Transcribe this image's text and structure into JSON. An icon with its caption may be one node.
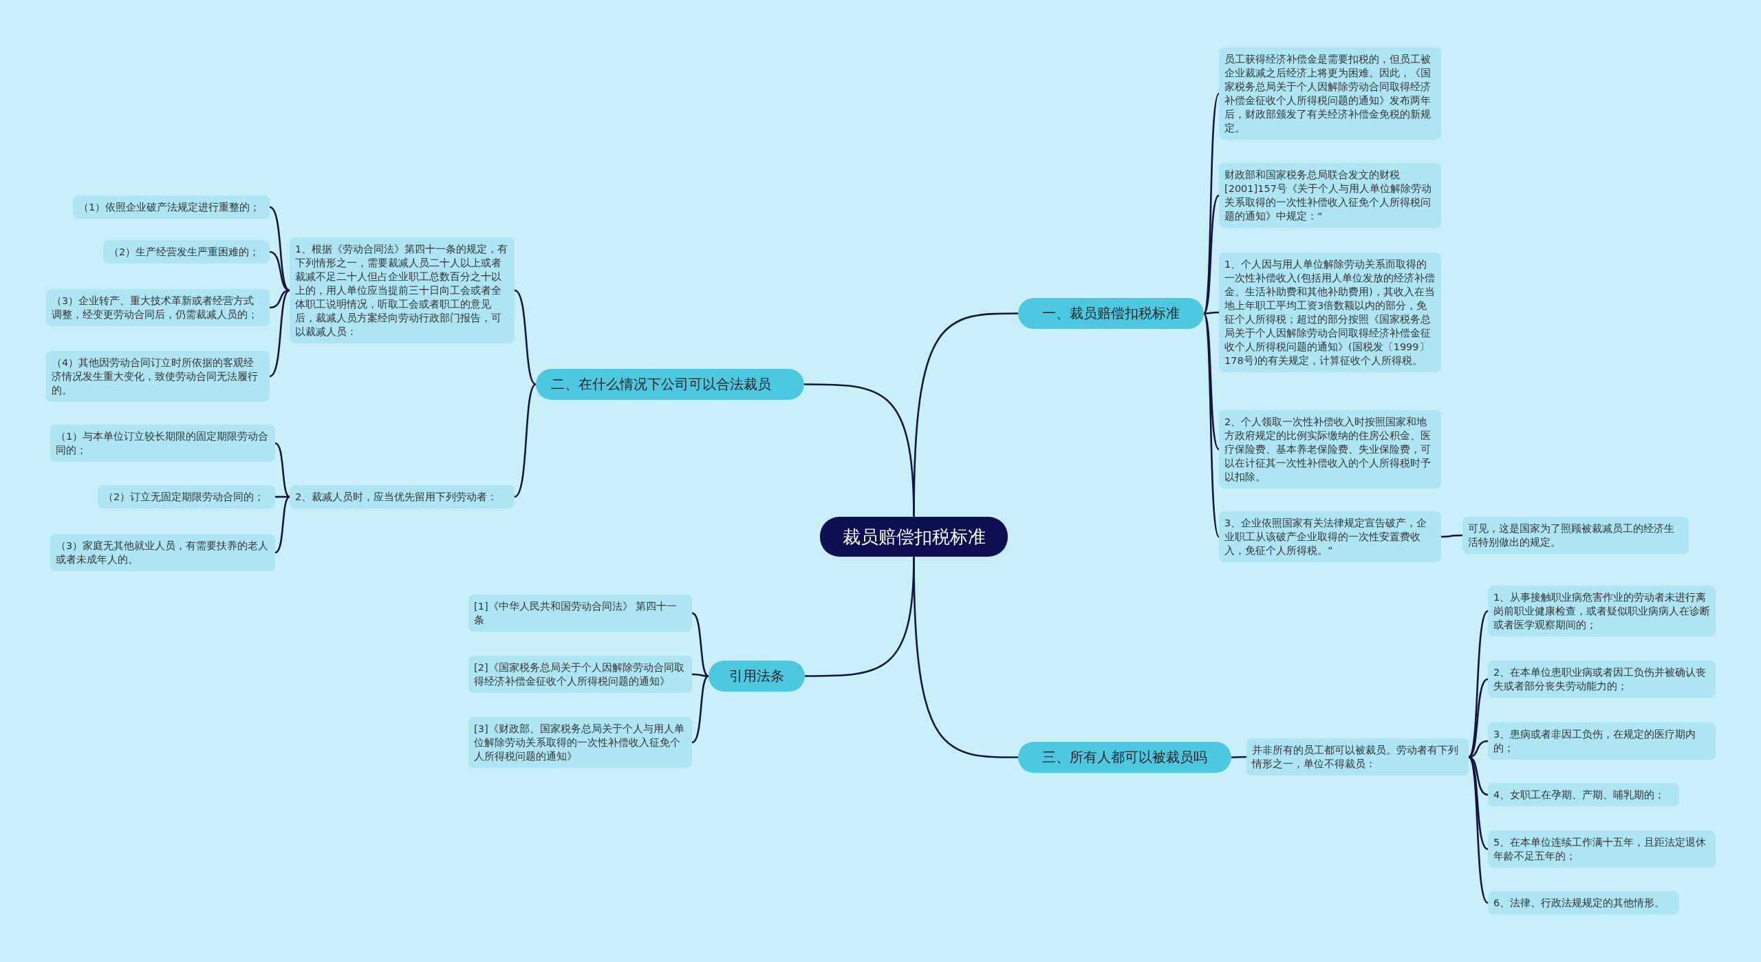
{
  "diagram": {
    "nodes": [
      {
        "text": [
          "裁员赔偿扣税标准"
        ]
      },
      {
        "text": [
          "一、裁员赔偿扣税标准"
        ]
      },
      {
        "text": [
          "员工获得经济补偿金是需要扣税的，但员工被企业裁减之后经济上将更为困难。因此，《国家税务总局关于个人因解除劳动合同取得经济补偿金征收个人所得税问题的通知》发布两年后，财政部颁发了有关经济补偿金免税的新规定。"
        ]
      },
      {
        "text": [
          "财政部和国家税务总局联合发文的财税[2001]157号《关于个人与用人单位解除劳动关系取得的一次性补偿收入征免个人所得税问题的通知》中规定：“"
        ]
      },
      {
        "text": [
          "1、个人因与用人单位解除劳动关系而取得的一次性补偿收入(包括用人单位发放的经济补偿金、生活补助费和其他补助费用)，其收入在当地上年职工平均工资3倍数额以内的部分，免征个人所得税；超过的部分按照《国家税务总局关于个人因解除劳动合同取得经济补偿金征收个人所得税问题的通知》(国税发〔1999〕178号)的有关规定，计算征收个人所得税。"
        ]
      },
      {
        "text": [
          "2、个人领取一次性补偿收入时按照国家和地方政府规定的比例实际缴纳的住房公积金、医疗保险费、基本养老保险费、失业保险费，可以在计征其一次性补偿收入的个人所得税时予以扣除。"
        ]
      },
      {
        "text": [
          "3、企业依照国家有关法律规定宣告破产，企业职工从该破产企业取得的一次性安置费收入，免征个人所得税。”"
        ]
      },
      {
        "text": [
          "可见，这是国家为了照顾被裁减员工的经济生活特别做出的规定。"
        ]
      },
      {
        "text": [
          "三、所有人都可以被裁员吗"
        ]
      },
      {
        "text": [
          "并非所有的员工都可以被裁员。劳动者有下列情形之一，单位不得裁员："
        ]
      },
      {
        "text": [
          "1、从事接触职业病危害作业的劳动者未进行离岗前职业健康检查，或者疑似职业病病人在诊断或者医学观察期间的；"
        ]
      },
      {
        "text": [
          "2、在本单位患职业病或者因工负伤并被确认丧失或者部分丧失劳动能力的；"
        ]
      },
      {
        "text": [
          "3、患病或者非因工负伤，在规定的医疗期内的；"
        ]
      },
      {
        "text": [
          "4、女职工在孕期、产期、哺乳期的；"
        ]
      },
      {
        "text": [
          "5、在本单位连续工作满十五年，且距法定退休年龄不足五年的；"
        ]
      },
      {
        "text": [
          "6、法律、行政法规规定的其他情形。"
        ]
      },
      {
        "text": [
          "引用法条"
        ]
      },
      {
        "text": [
          "[1]《中华人民共和国劳动合同法》 第四十一条"
        ]
      },
      {
        "text": [
          "[2]《国家税务总局关于个人因解除劳动合同取得经济补偿金征收个人所得税问题的通知》"
        ]
      },
      {
        "text": [
          "[3]《财政部、国家税务总局关于个人与用人单位解除劳动关系取得的一次性补偿收入征免个人所得税问题的通知》"
        ]
      },
      {
        "text": [
          "二、在什么情况下公司可以合法裁员"
        ]
      },
      {
        "text": [
          "1、根据《劳动合同法》第四十一条的规定，有下列情形之一，需要裁减人员二十人以上或者裁减不足二十人但占企业职工总数百分之十以上的，用人单位应当提前三十日向工会或者全体职工说明情况，听取工会或者职工的意见后，裁减人员方案经向劳动行政部门报告，可以裁减人员："
        ]
      },
      {
        "text": [
          "（1）依照企业破产法规定进行重整的；"
        ]
      },
      {
        "text": [
          "（2）生产经营发生严重困难的；"
        ]
      },
      {
        "text": [
          "（3）企业转产、重大技术革新或者经营方式调整，经变更劳动合同后，仍需裁减人员的；"
        ]
      },
      {
        "text": [
          "（4）其他因劳动合同订立时所依据的客观经济情况发生重大变化，致使劳动合同无法履行的。"
        ]
      },
      {
        "text": [
          "2、裁减人员时，应当优先留用下列劳动者："
        ]
      },
      {
        "text": [
          "（1）与本单位订立较长期限的固定期限劳动合同的；"
        ]
      },
      {
        "text": [
          "（2）订立无固定期限劳动合同的；"
        ]
      },
      {
        "text": [
          "（3）家庭无其他就业人员，有需要扶养的老人或者未成年人的。"
        ]
      }
    ],
    "edges": [
      {
        "from": 0,
        "to": 1,
        "arrow": "none"
      },
      {
        "from": 1,
        "to": 2,
        "arrow": "none"
      },
      {
        "from": 1,
        "to": 3,
        "arrow": "none"
      },
      {
        "from": 1,
        "to": 4,
        "arrow": "none"
      },
      {
        "from": 1,
        "to": 5,
        "arrow": "none"
      },
      {
        "from": 1,
        "to": 6,
        "arrow": "none"
      },
      {
        "from": 6,
        "to": 7,
        "arrow": "none"
      },
      {
        "from": 0,
        "to": 8,
        "arrow": "none"
      },
      {
        "from": 8,
        "to": 9,
        "arrow": "none"
      },
      {
        "from": 9,
        "to": 10,
        "arrow": "none"
      },
      {
        "from": 9,
        "to": 11,
        "arrow": "none"
      },
      {
        "from": 9,
        "to": 12,
        "arrow": "none"
      },
      {
        "from": 9,
        "to": 13,
        "arrow": "none"
      },
      {
        "from": 9,
        "to": 14,
        "arrow": "none"
      },
      {
        "from": 9,
        "to": 15,
        "arrow": "none"
      },
      {
        "from": 0,
        "to": 16,
        "arrow": "none"
      },
      {
        "from": 16,
        "to": 17,
        "arrow": "none"
      },
      {
        "from": 16,
        "to": 18,
        "arrow": "none"
      },
      {
        "from": 16,
        "to": 19,
        "arrow": "none"
      },
      {
        "from": 0,
        "to": 20,
        "arrow": "none"
      },
      {
        "from": 20,
        "to": 21,
        "arrow": "none"
      },
      {
        "from": 20,
        "to": 26,
        "arrow": "none"
      },
      {
        "from": 21,
        "to": 22,
        "arrow": "none"
      },
      {
        "from": 21,
        "to": 23,
        "arrow": "none"
      },
      {
        "from": 21,
        "to": 24,
        "arrow": "none"
      },
      {
        "from": 21,
        "to": 25,
        "arrow": "none"
      },
      {
        "from": 26,
        "to": 27,
        "arrow": "none"
      },
      {
        "from": 26,
        "to": 28,
        "arrow": "none"
      },
      {
        "from": 26,
        "to": 29,
        "arrow": "none"
      }
    ]
  }
}
